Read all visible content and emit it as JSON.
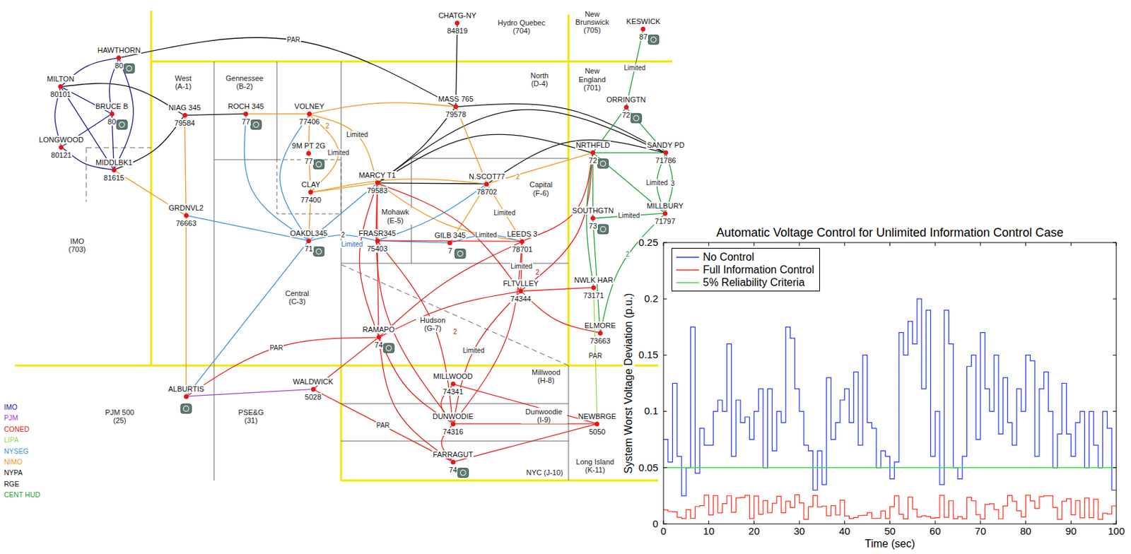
{
  "diagram": {
    "title": "Automatic Voltage Control for Unlimited Information Control Case",
    "nodes": [
      {
        "text": [
          "HAWTHORN",
          "80"
        ]
      },
      {
        "text": [
          "MILTON",
          "80101"
        ]
      },
      {
        "text": [
          "BRUCE B",
          "80"
        ]
      },
      {
        "text": [
          "LONGWOOD",
          "80121"
        ]
      },
      {
        "text": [
          "MIDDLBK1",
          "81615"
        ]
      },
      {
        "text": [
          "NIAG 345",
          "79584"
        ]
      },
      {
        "text": [
          "ROCH 345",
          "77"
        ]
      },
      {
        "text": [
          "VOLNEY",
          "77406"
        ]
      },
      {
        "text": [
          "9M PT 2G",
          "77"
        ]
      },
      {
        "text": [
          "CLAY",
          "77400"
        ]
      },
      {
        "text": [
          "CHATG-NY",
          "84819"
        ]
      },
      {
        "text": [
          "MASS 765",
          "79578"
        ]
      },
      {
        "text": [
          "MARCY T1",
          "79583"
        ]
      },
      {
        "text": [
          "N.SCOT77",
          "78702"
        ]
      },
      {
        "text": [
          "GRDNVL2",
          "76663"
        ]
      },
      {
        "text": [
          "OAKDL345",
          "71"
        ]
      },
      {
        "text": [
          "FRASR345",
          "75403"
        ]
      },
      {
        "text": [
          "GILB 345",
          "7"
        ]
      },
      {
        "text": [
          "LEEDS 3",
          "78701"
        ]
      },
      {
        "text": [
          "FLTVLLEY",
          "74344"
        ]
      },
      {
        "text": [
          "RAMAPO",
          "74"
        ]
      },
      {
        "text": [
          "KESWICK",
          "87"
        ]
      },
      {
        "text": [
          "ORRINGTN",
          "72"
        ]
      },
      {
        "text": [
          "NRTHFLD",
          "72"
        ]
      },
      {
        "text": [
          "SANDY PD",
          "71786"
        ]
      },
      {
        "text": [
          "MILLBURY",
          "71797"
        ]
      },
      {
        "text": [
          "SOUTHGTN",
          "73"
        ]
      },
      {
        "text": [
          "NWLK HAR",
          "73171"
        ]
      },
      {
        "text": [
          "ELMORE",
          "73663"
        ]
      },
      {
        "text": [
          "ALBURTIS"
        ]
      },
      {
        "text": [
          "WALDWICK",
          "5028"
        ]
      },
      {
        "text": [
          "MILLWOOD",
          "74341"
        ]
      },
      {
        "text": [
          "DUNWODIE",
          "74316"
        ]
      },
      {
        "text": [
          "FARRAGUT",
          "74"
        ]
      },
      {
        "text": [
          "NEWBRGE",
          "5050"
        ]
      }
    ],
    "edges": [
      {
        "from": 0,
        "to": 1,
        "arrow": "none"
      },
      {
        "from": 0,
        "to": 2,
        "arrow": "none"
      },
      {
        "from": 0,
        "to": 4,
        "arrow": "none"
      },
      {
        "from": 1,
        "to": 2,
        "arrow": "none"
      },
      {
        "from": 1,
        "to": 3,
        "arrow": "none"
      },
      {
        "from": 1,
        "to": 4,
        "arrow": "none"
      },
      {
        "from": 3,
        "to": 2,
        "arrow": "none"
      },
      {
        "from": 3,
        "to": 4,
        "arrow": "none"
      },
      {
        "from": 2,
        "to": 4,
        "arrow": "none"
      },
      {
        "from": 1,
        "to": 5,
        "arrow": "none"
      },
      {
        "from": 4,
        "to": 5,
        "arrow": "none"
      },
      {
        "from": 0,
        "to": 11,
        "label": "PAR",
        "arrow": "none"
      },
      {
        "from": 5,
        "to": 6,
        "arrow": "none"
      },
      {
        "from": 10,
        "to": 11,
        "arrow": "none"
      },
      {
        "from": 12,
        "to": 11,
        "arrow": "none"
      },
      {
        "from": 12,
        "to": 23,
        "arrow": "none"
      },
      {
        "from": 12,
        "to": 24,
        "arrow": "none"
      },
      {
        "from": 11,
        "to": 24,
        "arrow": "none"
      },
      {
        "from": 12,
        "to": 13,
        "arrow": "none"
      },
      {
        "from": 13,
        "to": 24,
        "arrow": "none"
      },
      {
        "from": 6,
        "to": 7,
        "arrow": "none"
      },
      {
        "from": 7,
        "to": 9,
        "label": "Limited",
        "arrow": "none"
      },
      {
        "from": 7,
        "to": 8,
        "arrow": "none"
      },
      {
        "from": 8,
        "to": 9,
        "arrow": "none"
      },
      {
        "from": 7,
        "to": 12,
        "label": "Limited",
        "arrow": "none"
      },
      {
        "from": 7,
        "to": 11,
        "arrow": "none"
      },
      {
        "from": 5,
        "to": 14,
        "arrow": "none"
      },
      {
        "from": 14,
        "to": 4,
        "arrow": "none"
      },
      {
        "from": 14,
        "to": 29,
        "arrow": "none"
      },
      {
        "from": 9,
        "to": 12,
        "arrow": "none"
      },
      {
        "from": 9,
        "to": 15,
        "arrow": "none"
      },
      {
        "from": 9,
        "to": 13,
        "arrow": "none"
      },
      {
        "from": 11,
        "to": 13,
        "arrow": "none"
      },
      {
        "from": 13,
        "to": 17,
        "arrow": "none"
      },
      {
        "from": 13,
        "to": 18,
        "label": "Limited",
        "arrow": "none"
      },
      {
        "from": 13,
        "to": 23,
        "arrow": "none"
      },
      {
        "from": 12,
        "to": 18,
        "arrow": "none"
      },
      {
        "from": 6,
        "to": 15,
        "arrow": "none"
      },
      {
        "from": 7,
        "to": 15,
        "arrow": "none"
      },
      {
        "from": 14,
        "to": 15,
        "arrow": "none"
      },
      {
        "from": 12,
        "to": 15,
        "arrow": "none"
      },
      {
        "from": 15,
        "to": 16,
        "label": "2",
        "arrow": "none"
      },
      {
        "from": 15,
        "to": 29,
        "arrow": "none"
      },
      {
        "from": 16,
        "to": 13,
        "arrow": "none"
      },
      {
        "from": 16,
        "to": 17,
        "arrow": "none"
      },
      {
        "from": 17,
        "to": 18,
        "label": "Limited",
        "arrow": "none"
      },
      {
        "from": 12,
        "to": 16,
        "arrow": "none"
      },
      {
        "from": 12,
        "to": 20,
        "arrow": "none"
      },
      {
        "from": 12,
        "to": 19,
        "arrow": "none"
      },
      {
        "from": 12,
        "to": 32,
        "arrow": "none"
      },
      {
        "from": 16,
        "to": 20,
        "arrow": "none"
      },
      {
        "from": 16,
        "to": 18,
        "arrow": "none"
      },
      {
        "from": 16,
        "to": 32,
        "arrow": "none"
      },
      {
        "from": 18,
        "to": 19,
        "label": "Limited",
        "arrow": "none"
      },
      {
        "from": 18,
        "to": 20,
        "arrow": "none"
      },
      {
        "from": 18,
        "to": 32,
        "arrow": "none"
      },
      {
        "from": 19,
        "to": 20,
        "arrow": "none"
      },
      {
        "from": 19,
        "to": 32,
        "label": "Limited",
        "arrow": "none"
      },
      {
        "from": 19,
        "to": 27,
        "arrow": "none"
      },
      {
        "from": 19,
        "to": 28,
        "arrow": "none"
      },
      {
        "from": 19,
        "to": 23,
        "arrow": "none"
      },
      {
        "from": 18,
        "to": 23,
        "arrow": "none"
      },
      {
        "from": 20,
        "to": 32,
        "arrow": "none"
      },
      {
        "from": 20,
        "to": 29,
        "label": "PAR",
        "arrow": "none"
      },
      {
        "from": 20,
        "to": 30,
        "arrow": "none"
      },
      {
        "from": 31,
        "to": 32,
        "arrow": "none"
      },
      {
        "from": 32,
        "to": 33,
        "arrow": "none"
      },
      {
        "from": 31,
        "to": 34,
        "arrow": "none"
      },
      {
        "from": 32,
        "to": 34,
        "arrow": "none"
      },
      {
        "from": 33,
        "to": 34,
        "arrow": "none"
      },
      {
        "from": 30,
        "to": 33,
        "label": "PAR",
        "arrow": "none"
      },
      {
        "from": 20,
        "to": 33,
        "arrow": "none"
      },
      {
        "from": 29,
        "to": 30,
        "arrow": "none"
      },
      {
        "from": 27,
        "to": 34,
        "label": "PAR",
        "arrow": "none"
      },
      {
        "from": 21,
        "to": 22,
        "label": "Limited",
        "arrow": "none"
      },
      {
        "from": 22,
        "to": 23,
        "arrow": "none"
      },
      {
        "from": 22,
        "to": 24,
        "arrow": "none"
      },
      {
        "from": 23,
        "to": 24,
        "arrow": "none"
      },
      {
        "from": 23,
        "to": 25,
        "arrow": "none"
      },
      {
        "from": 24,
        "to": 25,
        "label": "3",
        "arrow": "none"
      },
      {
        "from": 24,
        "to": 25,
        "label": "Limited",
        "arrow": "none"
      },
      {
        "from": 23,
        "to": 26,
        "arrow": "none"
      },
      {
        "from": 26,
        "to": 25,
        "label": "Limited",
        "arrow": "none"
      },
      {
        "from": 23,
        "to": 27,
        "arrow": "none"
      },
      {
        "from": 26,
        "to": 28,
        "arrow": "none"
      },
      {
        "from": 25,
        "to": 28,
        "arrow": "none"
      }
    ],
    "labels": [
      "West (A-1)",
      "Gennessee (B-2)",
      "Hydro Quebec (704)",
      "New Brunswick (705)",
      "New England (701)",
      "North (D-4)",
      "Capital (F-6)",
      "Mohawk (E-5)",
      "Central (C-3)",
      "Hudson (G-7)",
      "IMO (703)",
      "PJM 500 (25)",
      "PSE&G (31)",
      "Millwood (H-8)",
      "Dunwoodie (I-9)",
      "NYC (J-10)",
      "Long Island (K-11)",
      "2",
      "2",
      "Limited",
      "2",
      "2",
      "2",
      "0",
      "0.05",
      "0.1",
      "0.15",
      "0.2",
      "0.25",
      "0",
      "10",
      "20",
      "30",
      "40",
      "50",
      "60",
      "70",
      "80",
      "90",
      "100",
      "Time (sec)",
      "System Worst Voltage Deviation (p.u.)"
    ],
    "legend": [
      {
        "text": "IMO",
        "color": "#1a1a8c"
      },
      {
        "text": "PJM",
        "color": "#a040d0"
      },
      {
        "text": "CONED",
        "color": "#e0201a"
      },
      {
        "text": "LIPA",
        "color": "#99d94a"
      },
      {
        "text": "NYSEG",
        "color": "#3d8fd9"
      },
      {
        "text": "NIMO",
        "color": "#f0961e"
      },
      {
        "text": "NYPA",
        "color": "#111111"
      },
      {
        "text": "RGE",
        "color": "#111111"
      },
      {
        "text": "CENT HUD",
        "color": "#1f9e3a"
      },
      {
        "text": "No Control"
      },
      {
        "text": "Full Information Control"
      },
      {
        "text": "5% Reliability Criteria"
      }
    ]
  }
}
